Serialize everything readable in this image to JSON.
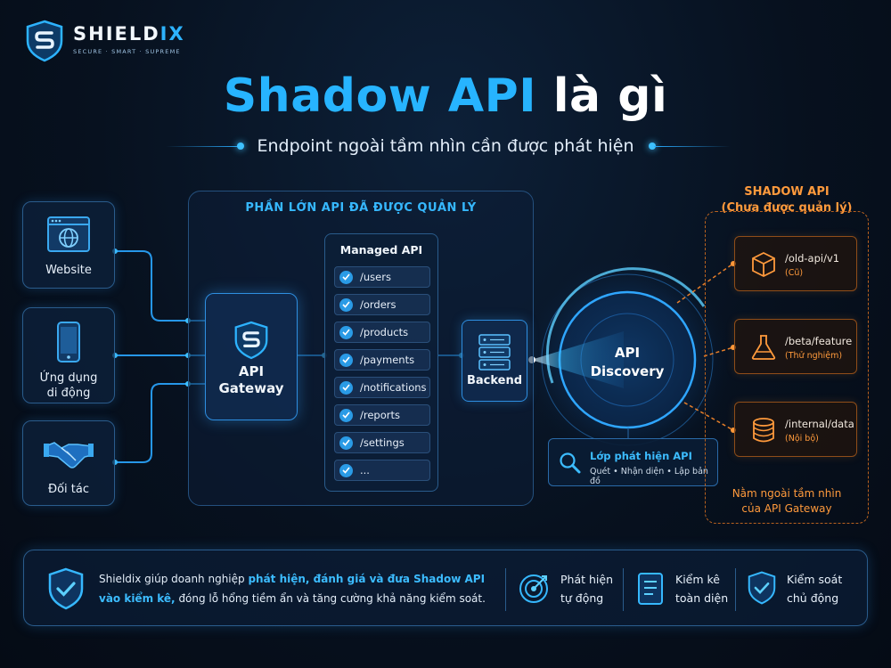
{
  "logo": {
    "name_part1": "SHIELD",
    "name_part2": "IX",
    "tagline": "SECURE · SMART · SUPREME"
  },
  "title": {
    "highlight": "Shadow API",
    "rest": " là gì"
  },
  "subtitle": "Endpoint ngoài tầm nhìn cần được phát hiện",
  "clients": [
    {
      "label_lines": [
        "Website"
      ],
      "icon": "browser-globe-icon"
    },
    {
      "label_lines": [
        "Ứng dụng",
        "di động"
      ],
      "icon": "mobile-phone-icon"
    },
    {
      "label_lines": [
        "Đối tác"
      ],
      "icon": "handshake-icon"
    }
  ],
  "managed": {
    "title": "PHẦN LỚN API ĐÃ ĐƯỢC QUẢN LÝ",
    "gateway_label_lines": [
      "API",
      "Gateway"
    ],
    "list_title": "Managed API",
    "endpoints": [
      "/users",
      "/orders",
      "/products",
      "/payments",
      "/notifications",
      "/reports",
      "/settings",
      "..."
    ],
    "backend_label": "Backend"
  },
  "discovery": {
    "label_lines": [
      "API",
      "Discovery"
    ],
    "detect_title": "Lớp phát hiện API",
    "detect_sub": "Quét • Nhận diện • Lập bản đồ"
  },
  "shadow": {
    "title_lines": [
      "SHADOW API",
      "(Chưa được quản lý)"
    ],
    "items": [
      {
        "path": "/old-api/v1",
        "note": "(Cũ)",
        "icon": "cube-icon"
      },
      {
        "path": "/beta/feature",
        "note": "(Thử nghiệm)",
        "icon": "flask-icon"
      },
      {
        "path": "/internal/data",
        "note": "(Nội bộ)",
        "icon": "database-icon"
      }
    ],
    "foot_lines": [
      "Nằm ngoài tầm nhìn",
      "của API Gateway"
    ]
  },
  "bottom": {
    "text_before": "Shieldix giúp doanh nghiệp ",
    "text_highlight": "phát hiện, đánh giá và đưa Shadow API vào kiểm kê,",
    "text_after": " đóng lỗ hổng tiềm ẩn và tăng cường khả năng kiểm soát.",
    "features": [
      {
        "label_lines": [
          "Phát hiện",
          "tự động"
        ],
        "icon": "target-icon"
      },
      {
        "label_lines": [
          "Kiểm kê",
          "toàn diện"
        ],
        "icon": "document-list-icon"
      },
      {
        "label_lines": [
          "Kiểm soát",
          "chủ động"
        ],
        "icon": "shield-check-icon"
      }
    ]
  },
  "colors": {
    "accent_blue": "#27b4ff",
    "shadow_orange": "#ff9a3c",
    "background": "#07111f"
  }
}
